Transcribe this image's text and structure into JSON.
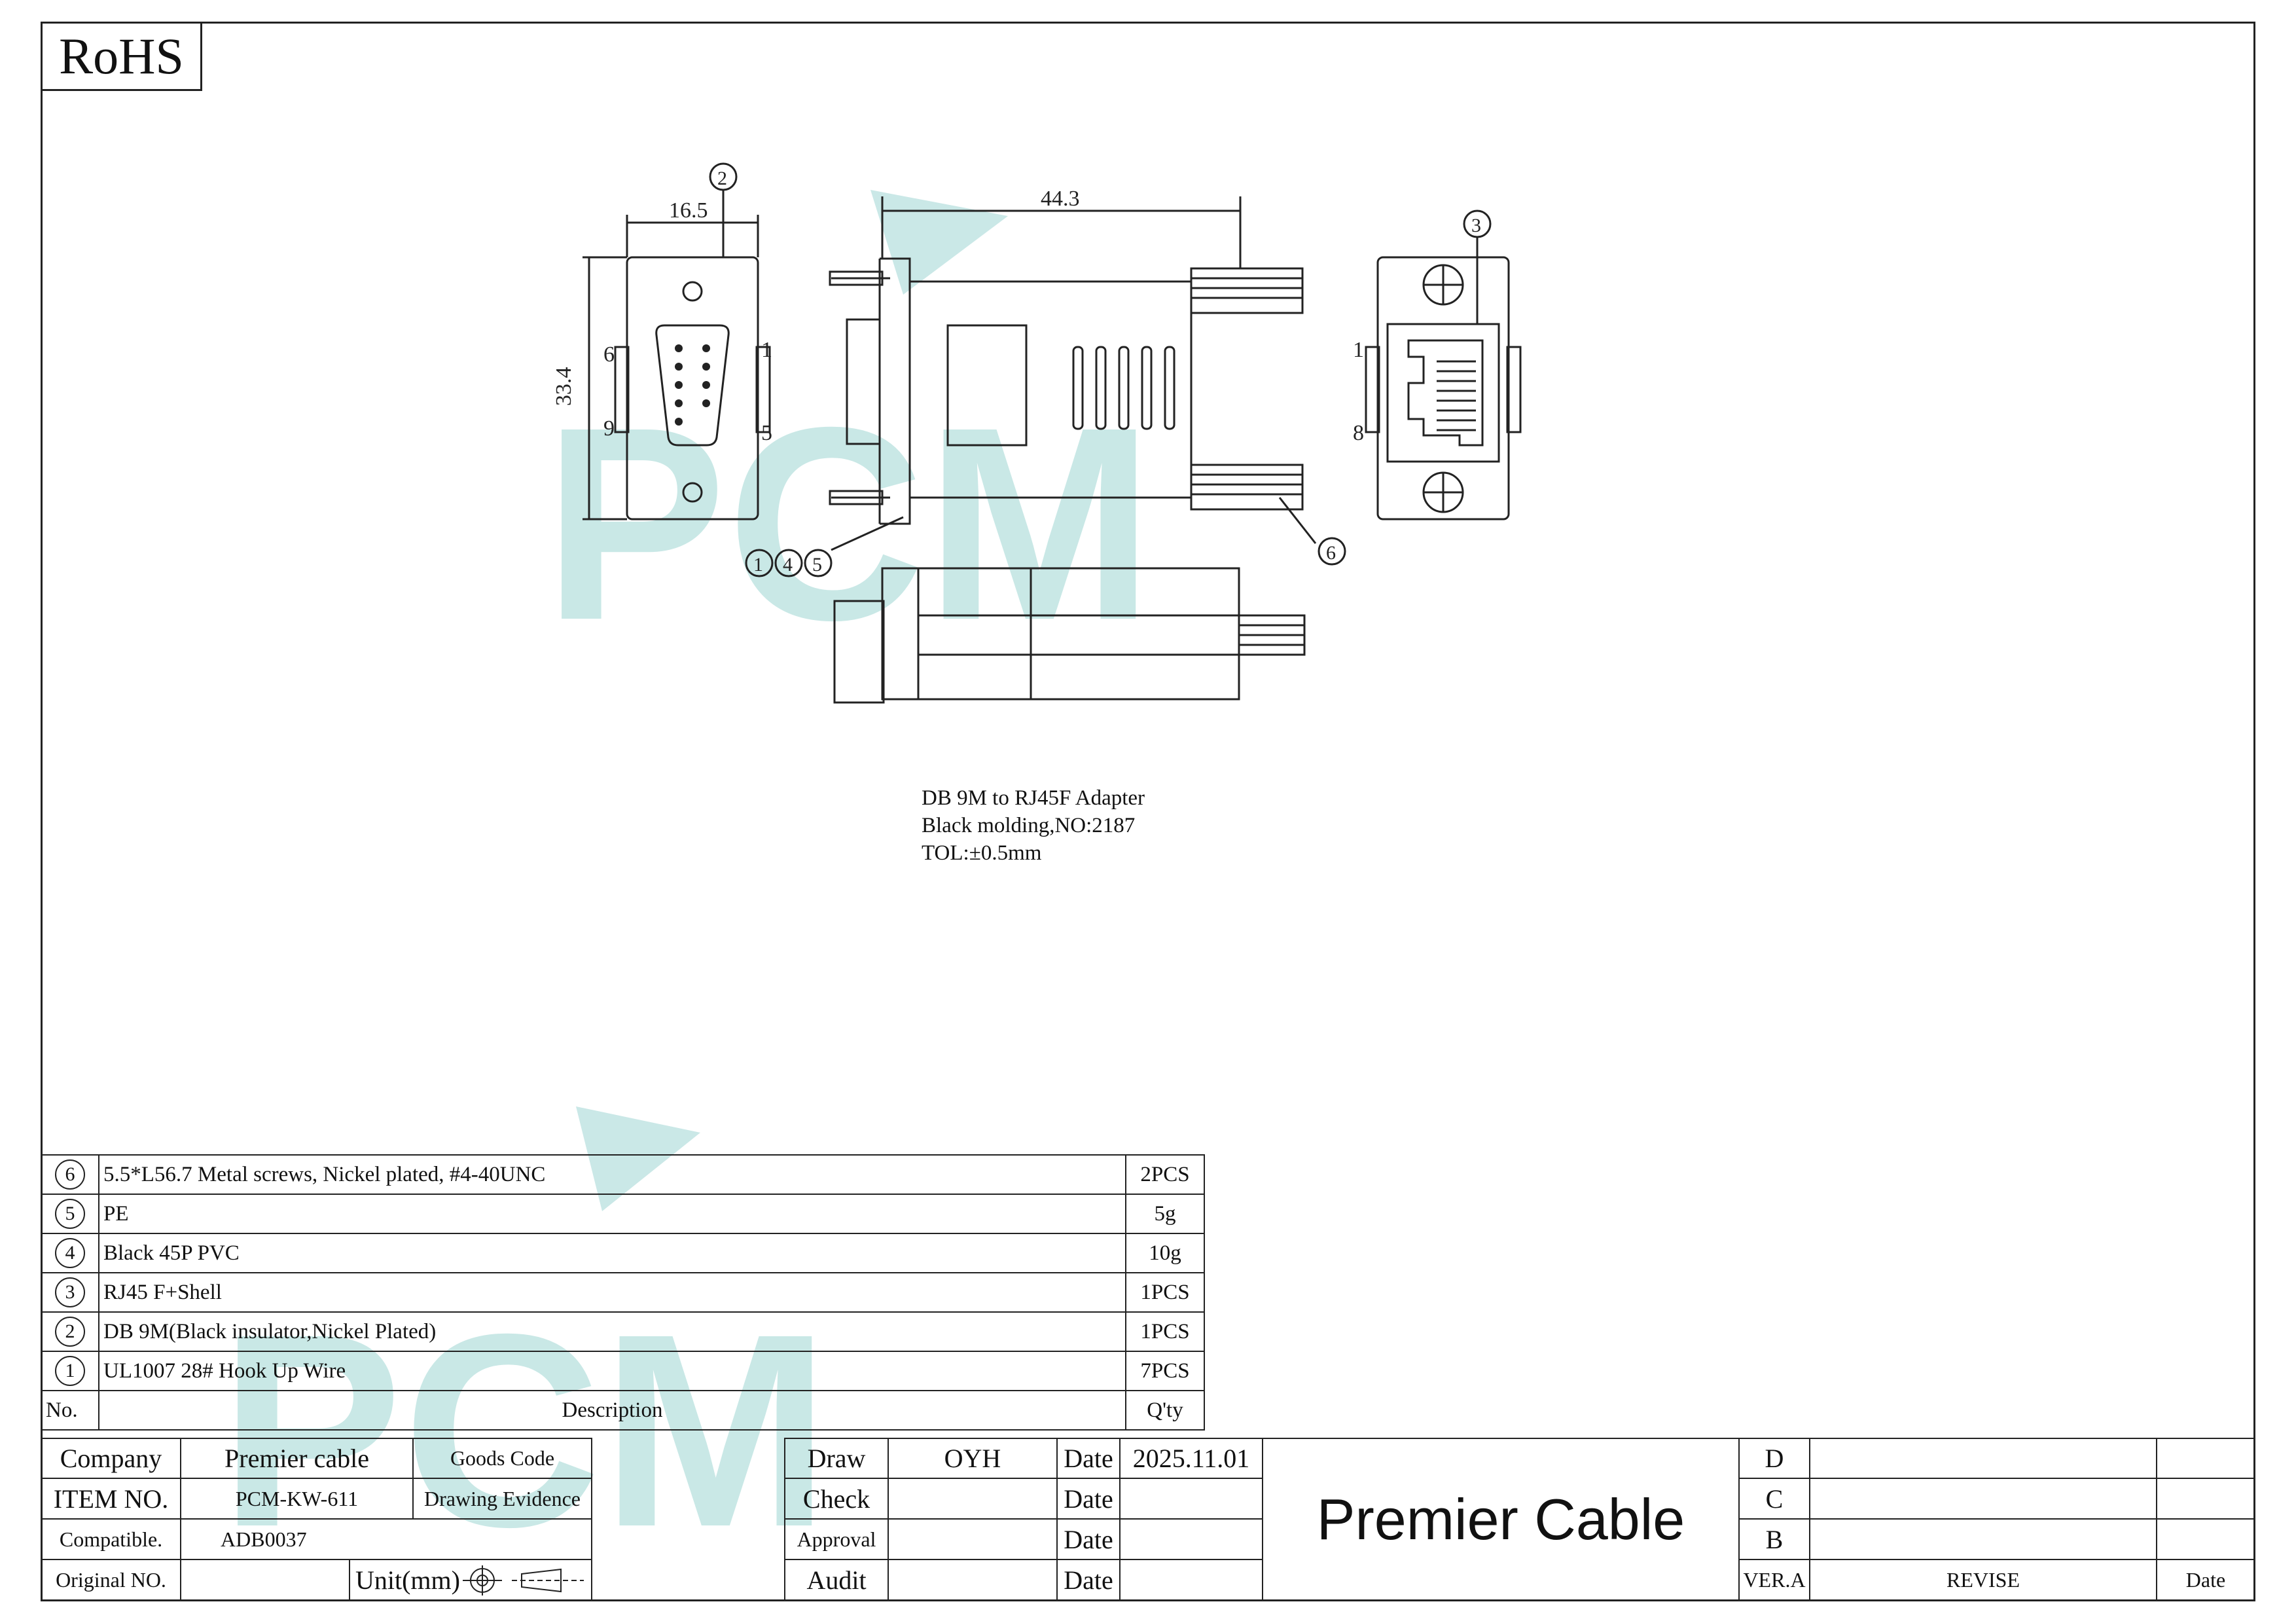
{
  "rohs_label": "RoHS",
  "watermark_text": "PCM",
  "colors": {
    "line": "#222222",
    "watermark": "#9ed6d3"
  },
  "dimensions": {
    "width_front": "16.5",
    "height_front": "33.4",
    "length_side": "44.3"
  },
  "callouts": {
    "c2": "2",
    "c3": "3",
    "c6": "6",
    "c1": "1",
    "c4": "4",
    "c5": "5"
  },
  "pin_labels": {
    "db_left_top": "6",
    "db_left_bottom": "9",
    "db_right_top": "1",
    "db_right_bottom": "5",
    "rj_top": "1",
    "rj_bottom": "8"
  },
  "notes": [
    "DB 9M to RJ45F Adapter",
    "Black molding,NO:2187",
    "TOL:±0.5mm"
  ],
  "bom": {
    "rows": [
      {
        "no": "6",
        "description": "5.5*L56.7 Metal screws, Nickel plated, #4-40UNC",
        "qty": "2PCS"
      },
      {
        "no": "5",
        "description": "PE",
        "qty": "5g"
      },
      {
        "no": "4",
        "description": "Black 45P PVC",
        "qty": "10g"
      },
      {
        "no": "3",
        "description": "RJ45 F+Shell",
        "qty": "1PCS"
      },
      {
        "no": "2",
        "description": "DB 9M(Black insulator,Nickel Plated)",
        "qty": "1PCS"
      },
      {
        "no": "1",
        "description": "UL1007 28# Hook Up Wire",
        "qty": "7PCS"
      }
    ],
    "header": {
      "no": "No.",
      "description": "Description",
      "qty": "Q'ty"
    }
  },
  "title_block": {
    "company_label": "Company",
    "company_value": "Premier cable",
    "goods_code_label": "Goods Code",
    "item_no_label": "ITEM NO.",
    "item_no_value": "PCM-KW-611",
    "drawing_evidence_label": "Drawing Evidence",
    "compatible_label": "Compatible.",
    "compatible_value": "ADB0037",
    "original_no_label": "Original NO.",
    "unit_label": "Unit(mm)",
    "draw_label": "Draw",
    "draw_value": "OYH",
    "check_label": "Check",
    "approval_label": "Approval",
    "audit_label": "Audit",
    "date_label": "Date",
    "date_value": "2025.11.01",
    "brand": "Premier Cable",
    "rev_d": "D",
    "rev_c": "C",
    "rev_b": "B",
    "ver_a": "VER.A",
    "revise_label": "REVISE",
    "rev_date_label": "Date"
  }
}
